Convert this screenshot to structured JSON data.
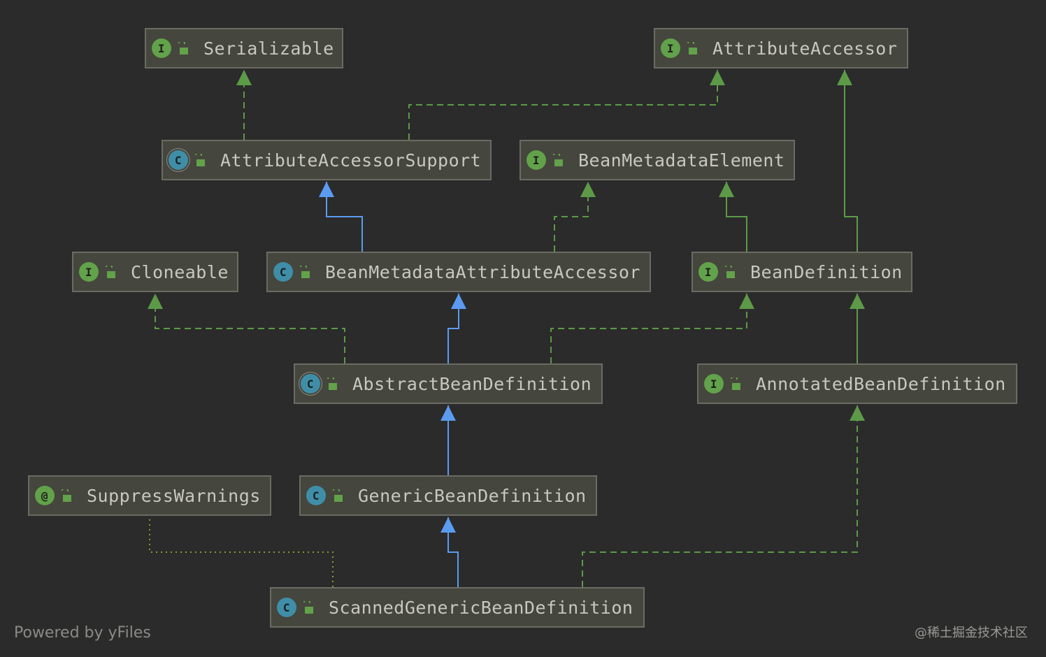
{
  "nodes": [
    {
      "id": "serializable",
      "label": "Serializable",
      "kind": "interface",
      "badge": "I"
    },
    {
      "id": "attribute-accessor",
      "label": "AttributeAccessor",
      "kind": "interface",
      "badge": "I"
    },
    {
      "id": "attribute-accessor-support",
      "label": "AttributeAccessorSupport",
      "kind": "abstract",
      "badge": "C"
    },
    {
      "id": "bean-metadata-element",
      "label": "BeanMetadataElement",
      "kind": "interface",
      "badge": "I"
    },
    {
      "id": "cloneable",
      "label": "Cloneable",
      "kind": "interface",
      "badge": "I"
    },
    {
      "id": "bean-metadata-attribute-accessor",
      "label": "BeanMetadataAttributeAccessor",
      "kind": "class",
      "badge": "C"
    },
    {
      "id": "bean-definition",
      "label": "BeanDefinition",
      "kind": "interface",
      "badge": "I"
    },
    {
      "id": "abstract-bean-definition",
      "label": "AbstractBeanDefinition",
      "kind": "abstract",
      "badge": "C"
    },
    {
      "id": "annotated-bean-definition",
      "label": "AnnotatedBeanDefinition",
      "kind": "interface",
      "badge": "I"
    },
    {
      "id": "suppress-warnings",
      "label": "SuppressWarnings",
      "kind": "annotation",
      "badge": "@"
    },
    {
      "id": "generic-bean-definition",
      "label": "GenericBeanDefinition",
      "kind": "class",
      "badge": "C"
    },
    {
      "id": "scanned-generic-bean-definition",
      "label": "ScannedGenericBeanDefinition",
      "kind": "class",
      "badge": "C"
    }
  ],
  "edges": [
    {
      "from": "attribute-accessor-support",
      "to": "serializable",
      "type": "implements"
    },
    {
      "from": "attribute-accessor-support",
      "to": "attribute-accessor",
      "type": "implements"
    },
    {
      "from": "bean-definition",
      "to": "attribute-accessor",
      "type": "extends-interface"
    },
    {
      "from": "bean-metadata-attribute-accessor",
      "to": "attribute-accessor-support",
      "type": "extends"
    },
    {
      "from": "bean-metadata-attribute-accessor",
      "to": "bean-metadata-element",
      "type": "implements"
    },
    {
      "from": "bean-definition",
      "to": "bean-metadata-element",
      "type": "extends-interface"
    },
    {
      "from": "abstract-bean-definition",
      "to": "cloneable",
      "type": "implements"
    },
    {
      "from": "abstract-bean-definition",
      "to": "bean-metadata-attribute-accessor",
      "type": "extends"
    },
    {
      "from": "abstract-bean-definition",
      "to": "bean-definition",
      "type": "implements"
    },
    {
      "from": "annotated-bean-definition",
      "to": "bean-definition",
      "type": "extends-interface"
    },
    {
      "from": "generic-bean-definition",
      "to": "abstract-bean-definition",
      "type": "extends"
    },
    {
      "from": "scanned-generic-bean-definition",
      "to": "generic-bean-definition",
      "type": "extends"
    },
    {
      "from": "scanned-generic-bean-definition",
      "to": "annotated-bean-definition",
      "type": "implements"
    },
    {
      "from": "scanned-generic-bean-definition",
      "to": "suppress-warnings",
      "type": "annotated-with"
    }
  ],
  "colors": {
    "background": "#2b2b2b",
    "node_fill": "#45463d",
    "node_border": "#6b6b63",
    "extends": "#5b9bf0",
    "implements": "#5c9a48",
    "annotation_link": "#8a9a30"
  },
  "footer": {
    "left": "Powered by yFiles",
    "right": "@稀土掘金技术社区"
  }
}
